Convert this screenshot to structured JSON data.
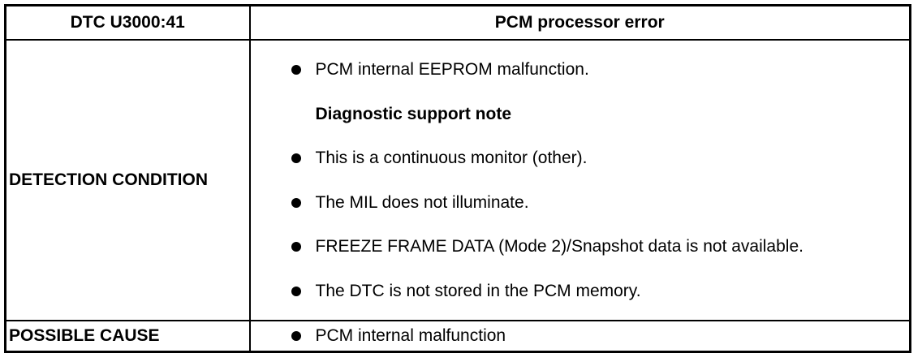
{
  "header": {
    "code": "DTC U3000:41",
    "description": "PCM processor error"
  },
  "detection": {
    "label": "DETECTION CONDITION",
    "items": [
      "PCM internal EEPROM malfunction."
    ],
    "note_heading": "Diagnostic support note",
    "note_items": [
      "This is a continuous monitor (other).",
      "The MIL does not illuminate.",
      "FREEZE FRAME DATA (Mode 2)/Snapshot data is not available.",
      "The DTC is not stored in the PCM memory."
    ]
  },
  "possible_cause": {
    "label": "POSSIBLE CAUSE",
    "items": [
      "PCM internal malfunction"
    ]
  }
}
